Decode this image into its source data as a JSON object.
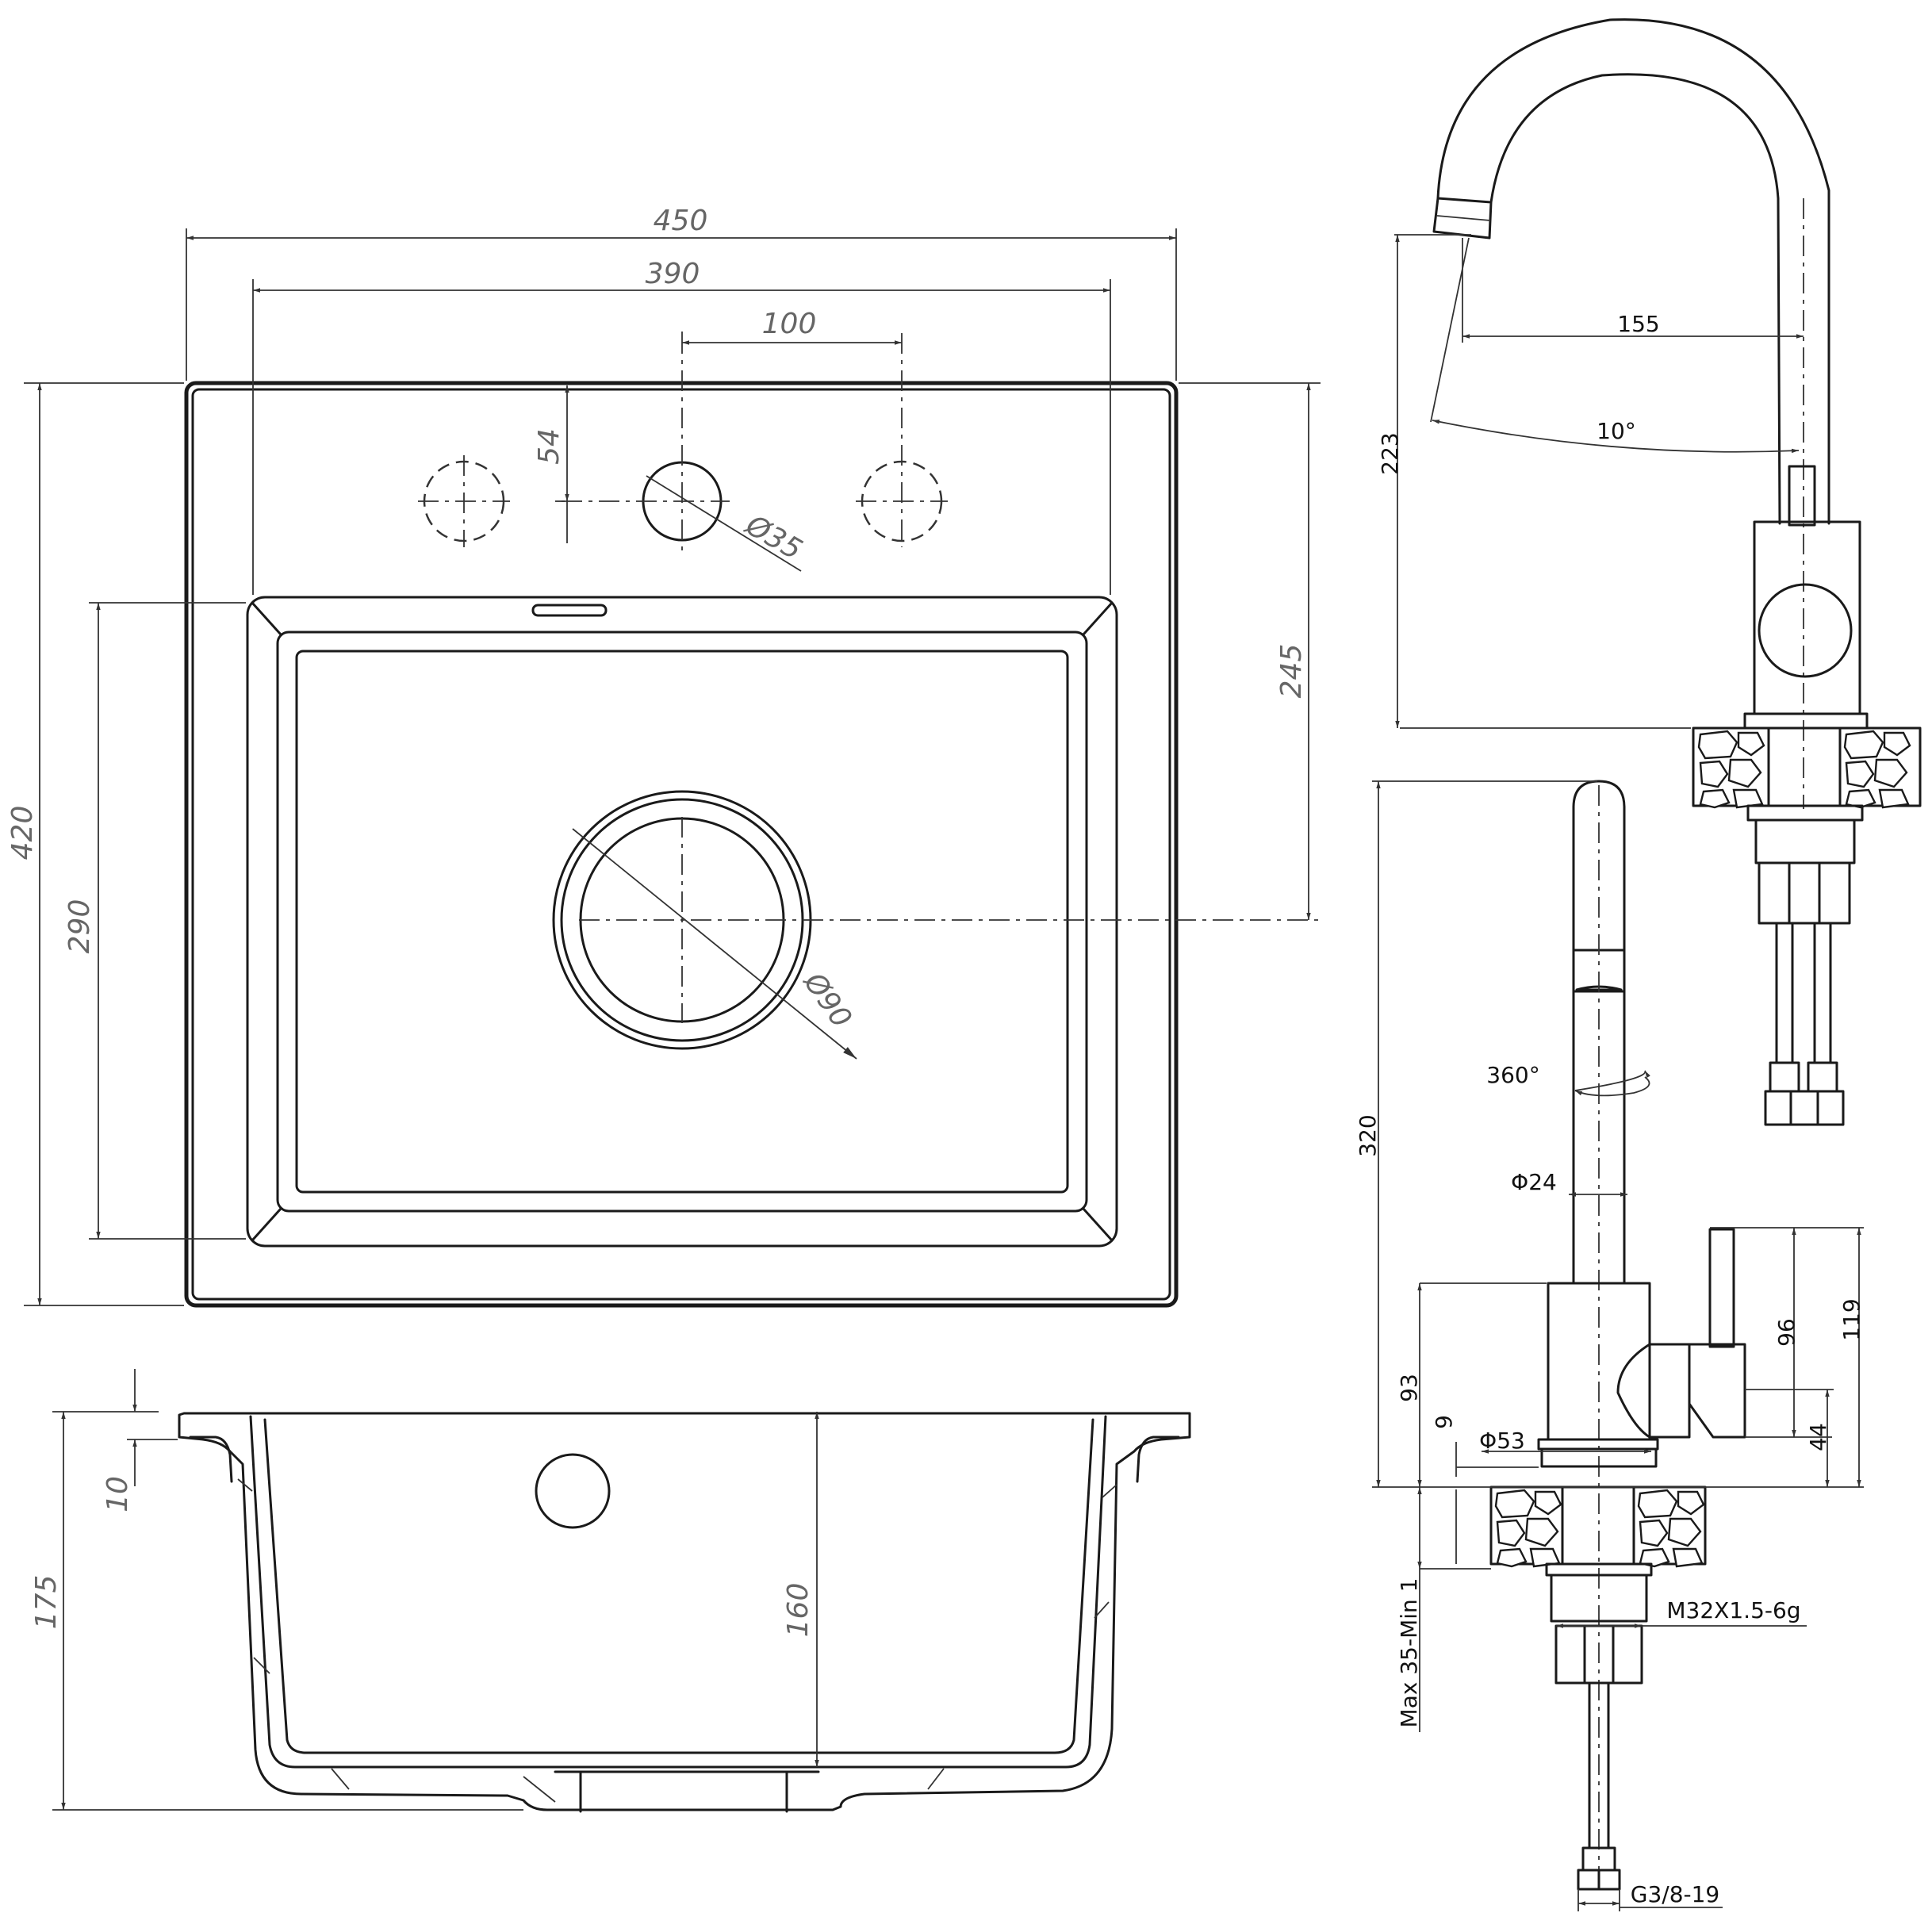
{
  "sink_top_view": {
    "dims": {
      "width_overall": "450",
      "width_holes": "390",
      "hole_spacing": "100",
      "hole_offset": "54",
      "hole_diameter": "Ø35",
      "depth_overall": "420",
      "bowl_depth": "290",
      "drain_offset": "245",
      "drain_diameter": "Ø90"
    }
  },
  "sink_section_view": {
    "dims": {
      "rim_thickness": "10",
      "total_height": "175",
      "bowl_height": "160"
    }
  },
  "faucet_side_view": {
    "dims": {
      "spout_reach": "155",
      "spout_angle": "10°",
      "spout_height": "223"
    }
  },
  "faucet_front_view": {
    "dims": {
      "total_height": "320",
      "rotation": "360°",
      "pipe_diameter": "Φ24",
      "body_height": "93",
      "base_height": "9",
      "base_diameter": "Φ53",
      "lever_height_1": "96",
      "lever_height_2": "119",
      "lever_offset": "44",
      "thread_spec": "M32X1.5-6g",
      "mount_thickness": "Max 35-Min 1",
      "hose_connection": "G3/8-19"
    }
  }
}
